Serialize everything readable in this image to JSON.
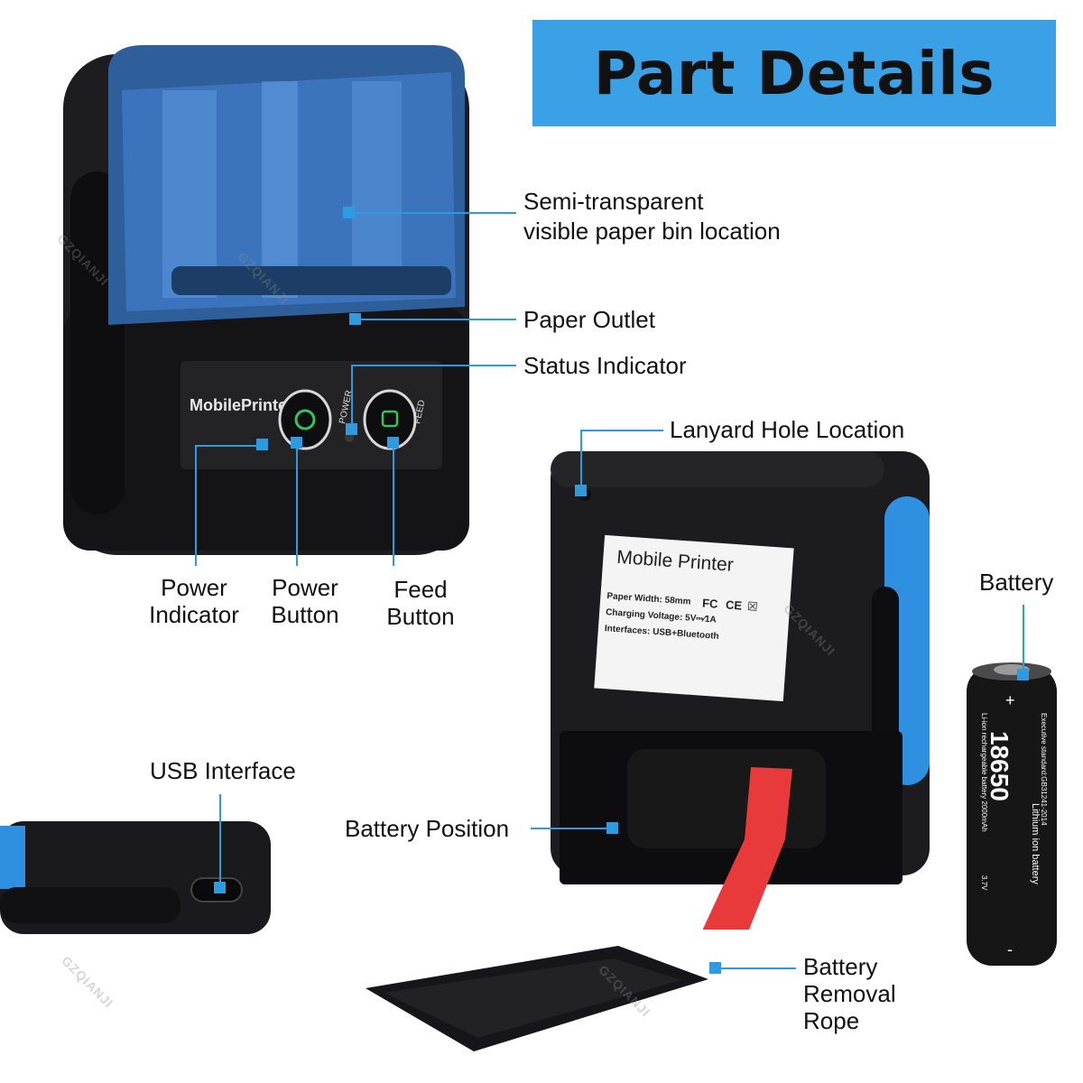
{
  "banner": {
    "title": "Part Details",
    "color": "#3aa1e6"
  },
  "accent_color": "#2e9be0",
  "callouts": {
    "paper_bin": {
      "line1": "Semi-transparent",
      "line2": "visible paper bin location"
    },
    "paper_outlet": "Paper Outlet",
    "status_indicator": "Status Indicator",
    "lanyard_hole": "Lanyard Hole Location",
    "power_indicator": {
      "line1": "Power",
      "line2": "Indicator"
    },
    "power_button": {
      "line1": "Power",
      "line2": "Button"
    },
    "feed_button": {
      "line1": "Feed",
      "line2": "Button"
    },
    "battery": "Battery",
    "usb_interface": "USB Interface",
    "battery_position": "Battery Position",
    "battery_rope": {
      "line1": "Battery",
      "line2": "Removal",
      "line3": "Rope"
    }
  },
  "front_panel": {
    "brand": "MobilePrinter",
    "power_label": "POWER",
    "feed_label": "FEED"
  },
  "back_label": {
    "title": "Mobile Printer",
    "paper_width": "Paper Width: 58mm",
    "charging": "Charging Voltage: 5V⎓⁄1A",
    "interfaces": "Interfaces: USB+Bluetooth",
    "certs": [
      "FC",
      "CE",
      "☒"
    ]
  },
  "battery_cell": {
    "model": "18650",
    "plus": "+",
    "minus": "-",
    "type": "Lithium ion battery",
    "standard": "Executive standard:GB31241-2014",
    "spec": "Li-ion rechargeable battery 2000mAh",
    "voltage": "3.7V"
  },
  "watermark": "GZQIANJI"
}
